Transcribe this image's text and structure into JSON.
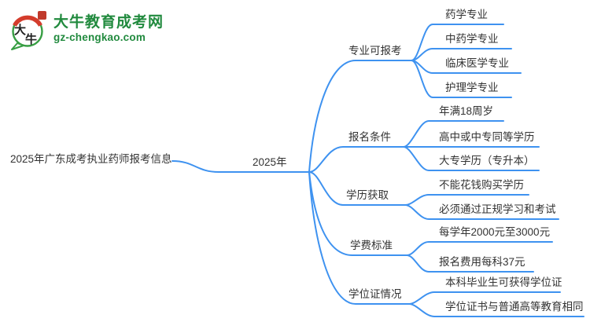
{
  "logo": {
    "mark_char1": "大",
    "mark_char2": "牛",
    "title": "大牛教育成考网",
    "domain": "gz-chengkao.com"
  },
  "map": {
    "root": "2025年广东成考执业药师报考信息",
    "center": "2025年",
    "branches": [
      {
        "label": "专业可报考",
        "children": [
          "药学专业",
          "中药学专业",
          "临床医学专业",
          "护理学专业"
        ]
      },
      {
        "label": "报名条件",
        "children": [
          "年满18周岁",
          "高中或中专同等学历",
          "大专学历（专升本）"
        ]
      },
      {
        "label": "学历获取",
        "children": [
          "不能花钱购买学历",
          "必须通过正规学习和考试"
        ]
      },
      {
        "label": "学费标准",
        "children": [
          "每学年2000元至3000元",
          "报名费用每科37元"
        ]
      },
      {
        "label": "学位证情况",
        "children": [
          "本科毕业生可获得学位证",
          "学位证书与普通高等教育相同"
        ]
      }
    ]
  },
  "colors": {
    "line_blue": "#3E92F0",
    "text": "#333333",
    "brand_green": "#218A3E",
    "logo_red": "#D43C2C"
  }
}
